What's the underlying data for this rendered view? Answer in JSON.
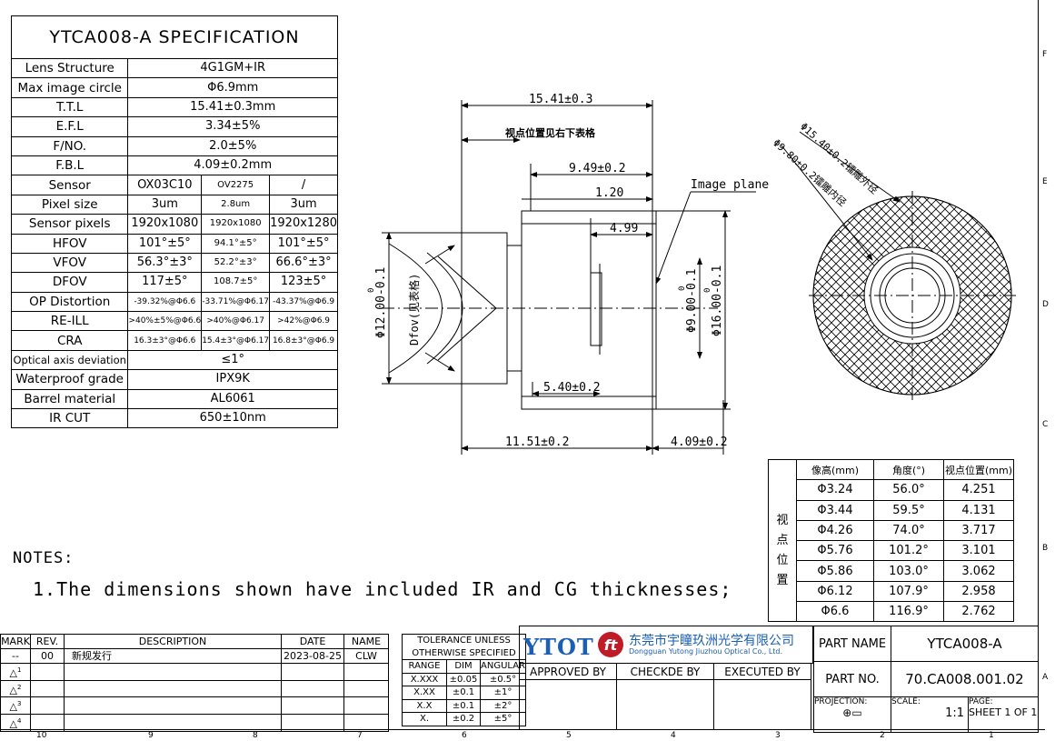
{
  "spec": {
    "title": "YTCA008-A SPECIFICATION",
    "rows": [
      {
        "label": "Lens Structure",
        "value": "4G1GM+IR"
      },
      {
        "label": "Max image circle",
        "value": "Φ6.9mm"
      },
      {
        "label": "T.T.L",
        "value": "15.41±0.3mm"
      },
      {
        "label": "E.F.L",
        "value": "3.34±5%"
      },
      {
        "label": "F/NO.",
        "value": "2.0±5%"
      },
      {
        "label": "F.B.L",
        "value": "4.09±0.2mm"
      }
    ],
    "multi_rows": [
      {
        "label": "Sensor",
        "values": [
          "OX03C10",
          "OV2275",
          "/"
        ]
      },
      {
        "label": "Pixel size",
        "values": [
          "3um",
          "2.8um",
          "3um"
        ]
      },
      {
        "label": "Sensor pixels",
        "values": [
          "1920x1080",
          "1920x1080",
          "1920x1280"
        ]
      },
      {
        "label": "HFOV",
        "values": [
          "101°±5°",
          "94.1°±5°",
          "101°±5°"
        ]
      },
      {
        "label": "VFOV",
        "values": [
          "56.3°±3°",
          "52.2°±3°",
          "66.6°±3°"
        ]
      },
      {
        "label": "DFOV",
        "values": [
          "117±5°",
          "108.7±5°",
          "123±5°"
        ]
      },
      {
        "label": "OP Distortion",
        "values": [
          "-39.32%@Φ6.6",
          "-33.71%@Φ6.17",
          "-43.37%@Φ6.9"
        ]
      },
      {
        "label": "RE-ILL",
        "values": [
          ">40%±5%@Φ6.6",
          ">40%@Φ6.17",
          ">42%@Φ6.9"
        ]
      },
      {
        "label": "CRA",
        "values": [
          "16.3±3°@Φ6.6",
          "15.4±3°@Φ6.17",
          "16.8±3°@Φ6.9"
        ]
      }
    ],
    "tail_rows": [
      {
        "label": "Optical axis deviation",
        "value": "≤1°"
      },
      {
        "label": "Waterproof grade",
        "value": "IPX9K"
      },
      {
        "label": "Barrel material",
        "value": "AL6061"
      },
      {
        "label": "IR CUT",
        "value": "650±10nm"
      }
    ]
  },
  "drawing": {
    "dim_ttl": "15.41±0.3",
    "note_view": "视点位置见右下表格",
    "dim_949": "9.49±0.2",
    "dim_120": "1.20",
    "image_plane": "Image plane",
    "dim_499": "4.99",
    "dim_12": "Φ12.00-0.1",
    "dim_12_tol": "0",
    "dfov": "Dfov(见表格)",
    "dim_9": "Φ9.00-0.1",
    "dim_9_tol": "0",
    "dim_16": "Φ16.00-0.1",
    "dim_16_tol": "0",
    "dim_540": "5.40±0.2",
    "dim_1151": "11.51±0.2",
    "dim_409": "4.09±0.2",
    "dim_1540": "Φ15.40±0.2镭雕外径",
    "dim_980": "Φ9.80±0.2镭雕内径"
  },
  "notes": {
    "title": "NOTES:",
    "line1": "1.The dimensions shown have included IR and CG thicknesses;"
  },
  "viewpoint": {
    "headers": [
      "像高(mm)",
      "角度(°)",
      "视点位置(mm)"
    ],
    "side": [
      "视",
      "点",
      "位",
      "置"
    ],
    "rows": [
      [
        "Φ3.24",
        "56.0°",
        "4.251"
      ],
      [
        "Φ3.44",
        "59.5°",
        "4.131"
      ],
      [
        "Φ4.26",
        "74.0°",
        "3.717"
      ],
      [
        "Φ5.76",
        "101.2°",
        "3.101"
      ],
      [
        "Φ5.86",
        "103.0°",
        "3.062"
      ],
      [
        "Φ6.12",
        "107.9°",
        "2.958"
      ],
      [
        "Φ6.6",
        "116.9°",
        "2.762"
      ]
    ]
  },
  "titleblock": {
    "headers": [
      "MARK",
      "REV.",
      "DESCRIPTION",
      "DATE",
      "NAME"
    ],
    "row1": [
      "--",
      "00",
      "新规发行",
      "2023-08-25",
      "CLW"
    ],
    "marks": [
      "1",
      "2",
      "3",
      "4"
    ],
    "tol_title1": "TOLERANCE UNLESS",
    "tol_title2": "OTHERWISE SPECIFIED",
    "tol_headers": [
      "RANGE",
      "DIM",
      "ANGULAR"
    ],
    "tol_rows": [
      [
        "X.XXX",
        "±0.05",
        "±0.5°"
      ],
      [
        "X.XX",
        "±0.1",
        "±1°"
      ],
      [
        "X.X",
        "±0.1",
        "±2°"
      ],
      [
        "X.",
        "±0.2",
        "±5°"
      ]
    ],
    "logo": "YTOT",
    "logo_mark": "ft",
    "company_cn": "东莞市宇瞳玖洲光学有限公司",
    "company_en": "Dongguan Yutong Jiuzhou Optical Co., Ltd.",
    "approved": "APPROVED BY",
    "checked": "CHECKDE BY",
    "executed": "EXECUTED BY",
    "part_name_label": "PART NAME",
    "part_name": "YTCA008-A",
    "part_no_label": "PART NO.",
    "part_no": "70.CA008.001.02",
    "projection": "PROJECTION:",
    "scale_label": "SCALE:",
    "scale": "1:1",
    "page_label": "PAGE:",
    "page": "SHEET 1 OF 1"
  },
  "zones": {
    "bottom": [
      "10",
      "9",
      "8",
      "7",
      "6",
      "5",
      "4",
      "3",
      "2",
      "1"
    ],
    "right": [
      "F",
      "E",
      "D",
      "C",
      "B",
      "A"
    ]
  }
}
